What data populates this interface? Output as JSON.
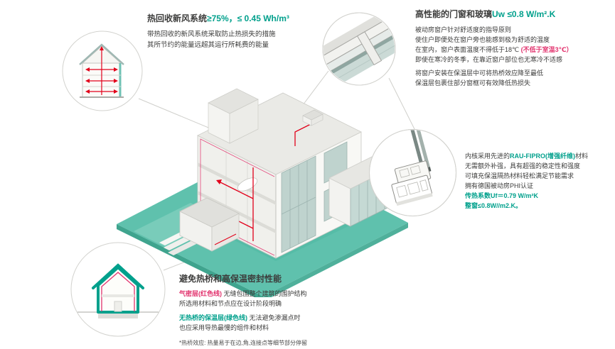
{
  "colors": {
    "accent_green": "#00A08C",
    "accent_red_text": "#E2336E",
    "duct_red": "#E2001A",
    "text_dark": "#3C3C3B",
    "ground_teal": "#5FC1AD"
  },
  "hrv": {
    "title": "热回收新风系统",
    "title_value": "≥75%，≤ 0.45 Wh/m³",
    "line1": "带热回收的新风系统采取防止热损失的措施",
    "line2": "其所节约的能量远超其运行所耗费的能量"
  },
  "windows": {
    "title": "高性能的门窗和玻璃",
    "title_value": "Uw ≤0.8 W/m².K",
    "line1": "被动房窗户针对舒适度的指导原则",
    "line2": "使住户即便处在窗户旁也能感到极为舒适的温度",
    "line3_dark": "在室内，窗户表面温度不得低于18℃ ",
    "line3_red": "(不低于室温3℃）",
    "line4": "即使在寒冷的冬季，在靠近窗户部位也无寒冷不适感",
    "line5": "将窗户安装在保温层中可将热桥效应降至最低",
    "line6": "保温层包裹住部分窗框可有效降低热损失"
  },
  "profile": {
    "line1_dark1": "内核采用先进的",
    "line1_green": "RAU-FIPRO(增强纤维)",
    "line1_dark2": "材料",
    "line2": "无需额外补强，具有超强的稳定性和强度",
    "line3": "可填充保温隔热材料轻松满足节能需求",
    "line4": "拥有德国被动房PHI认证",
    "line5": "传热系数Uf＝0.79 W/m²K",
    "line6": "整窗≤0.8W//m2.K。"
  },
  "thermal": {
    "title": "避免热桥和高保温密封性能",
    "line1_red": "气密层(红色线)",
    "line1_dark": " 无缝包围整个建筑的围护结构",
    "line2": "所选用材料和节点应在设计阶段明确",
    "line3_green": "无热桥的保温层(绿色线)",
    "line3_dark": " 无法避免渗漏点时",
    "line4": "也应采用导热最慢的组件和材料",
    "footnote": "*热桥效应: 热量易于在边,角,连接点等细节部分停留"
  },
  "illustrations": {
    "main": "isometric-passive-house-cutaway",
    "top_left_circle": "hrv-house-section-detail",
    "top_right_circle": "window-corner-glazing-detail",
    "middle_right_circle": "window-frame-profile-detail",
    "bottom_left_circle": "insulated-envelope-section-detail"
  }
}
